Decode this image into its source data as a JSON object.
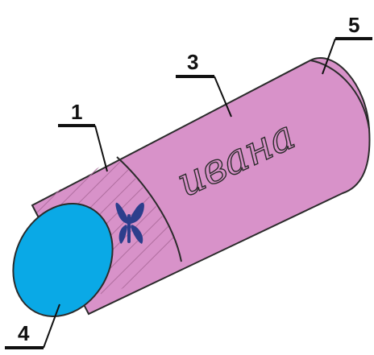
{
  "callouts": {
    "one": "1",
    "two": "3",
    "three": "5",
    "four": "4"
  },
  "inscription": "ивана",
  "colors": {
    "body": "#d892c9",
    "end_cap": "#0aa9e6",
    "butterfly": "#2c3e8c",
    "outline": "#2b2b2b"
  },
  "icons": {
    "decoration": "butterfly-icon"
  }
}
